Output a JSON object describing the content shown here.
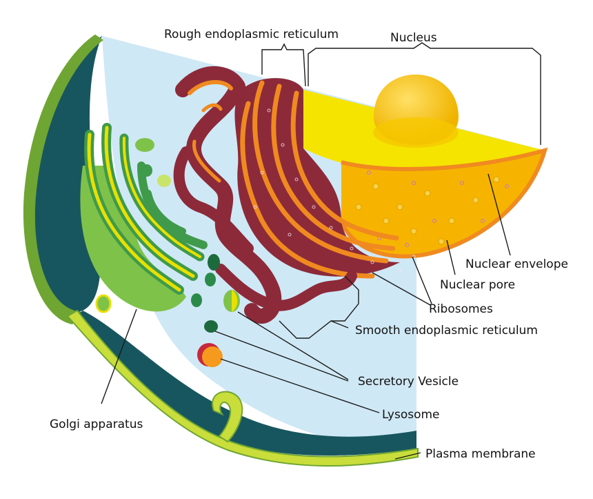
{
  "labels": {
    "rough_er": "Rough endoplasmic reticulum",
    "nucleus": "Nucleus",
    "nuclear_envelope": "Nuclear envelope",
    "nuclear_pore": "Nuclear pore",
    "ribosomes": "Ribosomes",
    "smooth_er": "Smooth endoplasmic reticulum",
    "secretory_vesicle": "Secretory Vesicle",
    "lysosome": "Lysosome",
    "golgi": "Golgi apparatus",
    "plasma_membrane": "Plasma membrane"
  },
  "colors": {
    "cytoplasm": "#cfe8f5",
    "cell_wall_dark": "#17565f",
    "membrane_green": "#6fa532",
    "membrane_yellow": "#c9dd3b",
    "nucleus_yellow": "#f5e400",
    "nucleus_orange": "#f6b400",
    "nucleolus": "#f5c400",
    "rough_er_red": "#8c2a3a",
    "rough_er_orange": "#f08a20",
    "golgi_green": "#3f9a4b",
    "golgi_yellow": "#e8e000",
    "lysosome_orange": "#f59a1e",
    "vesicle_dark": "#1d6a3d"
  }
}
